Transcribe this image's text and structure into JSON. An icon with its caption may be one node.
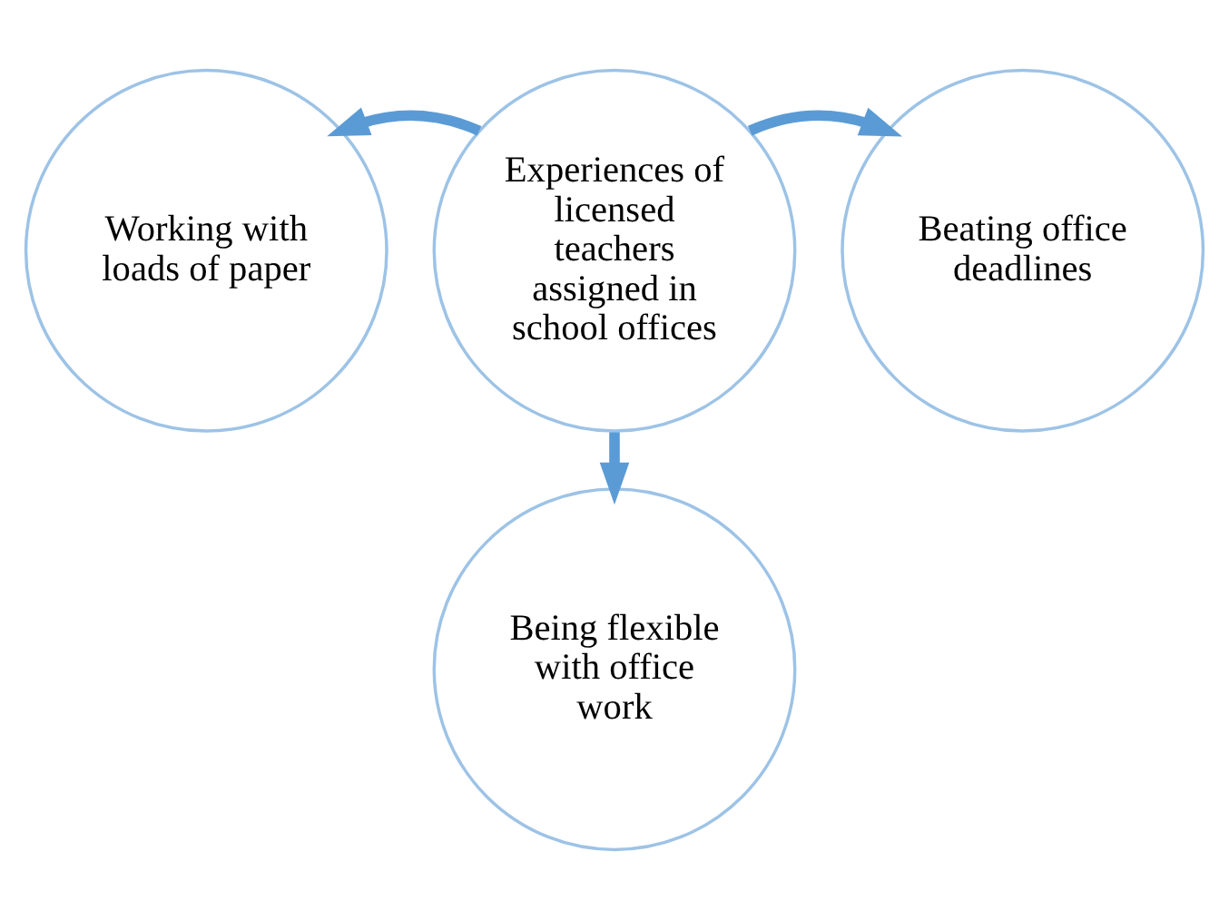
{
  "diagram": {
    "nodes": [
      {
        "text": [
          "Experiences of licensed teachers assigned in school offices"
        ]
      },
      {
        "text": [
          "Working with loads of paper"
        ]
      },
      {
        "text": [
          "Beating office deadlines"
        ]
      },
      {
        "text": [
          "Being flexible with office work"
        ]
      }
    ],
    "edges": [
      {
        "from": 0,
        "to": 1,
        "arrow": "to"
      },
      {
        "from": 0,
        "to": 2,
        "arrow": "to"
      },
      {
        "from": 0,
        "to": 3,
        "arrow": "to"
      }
    ]
  }
}
